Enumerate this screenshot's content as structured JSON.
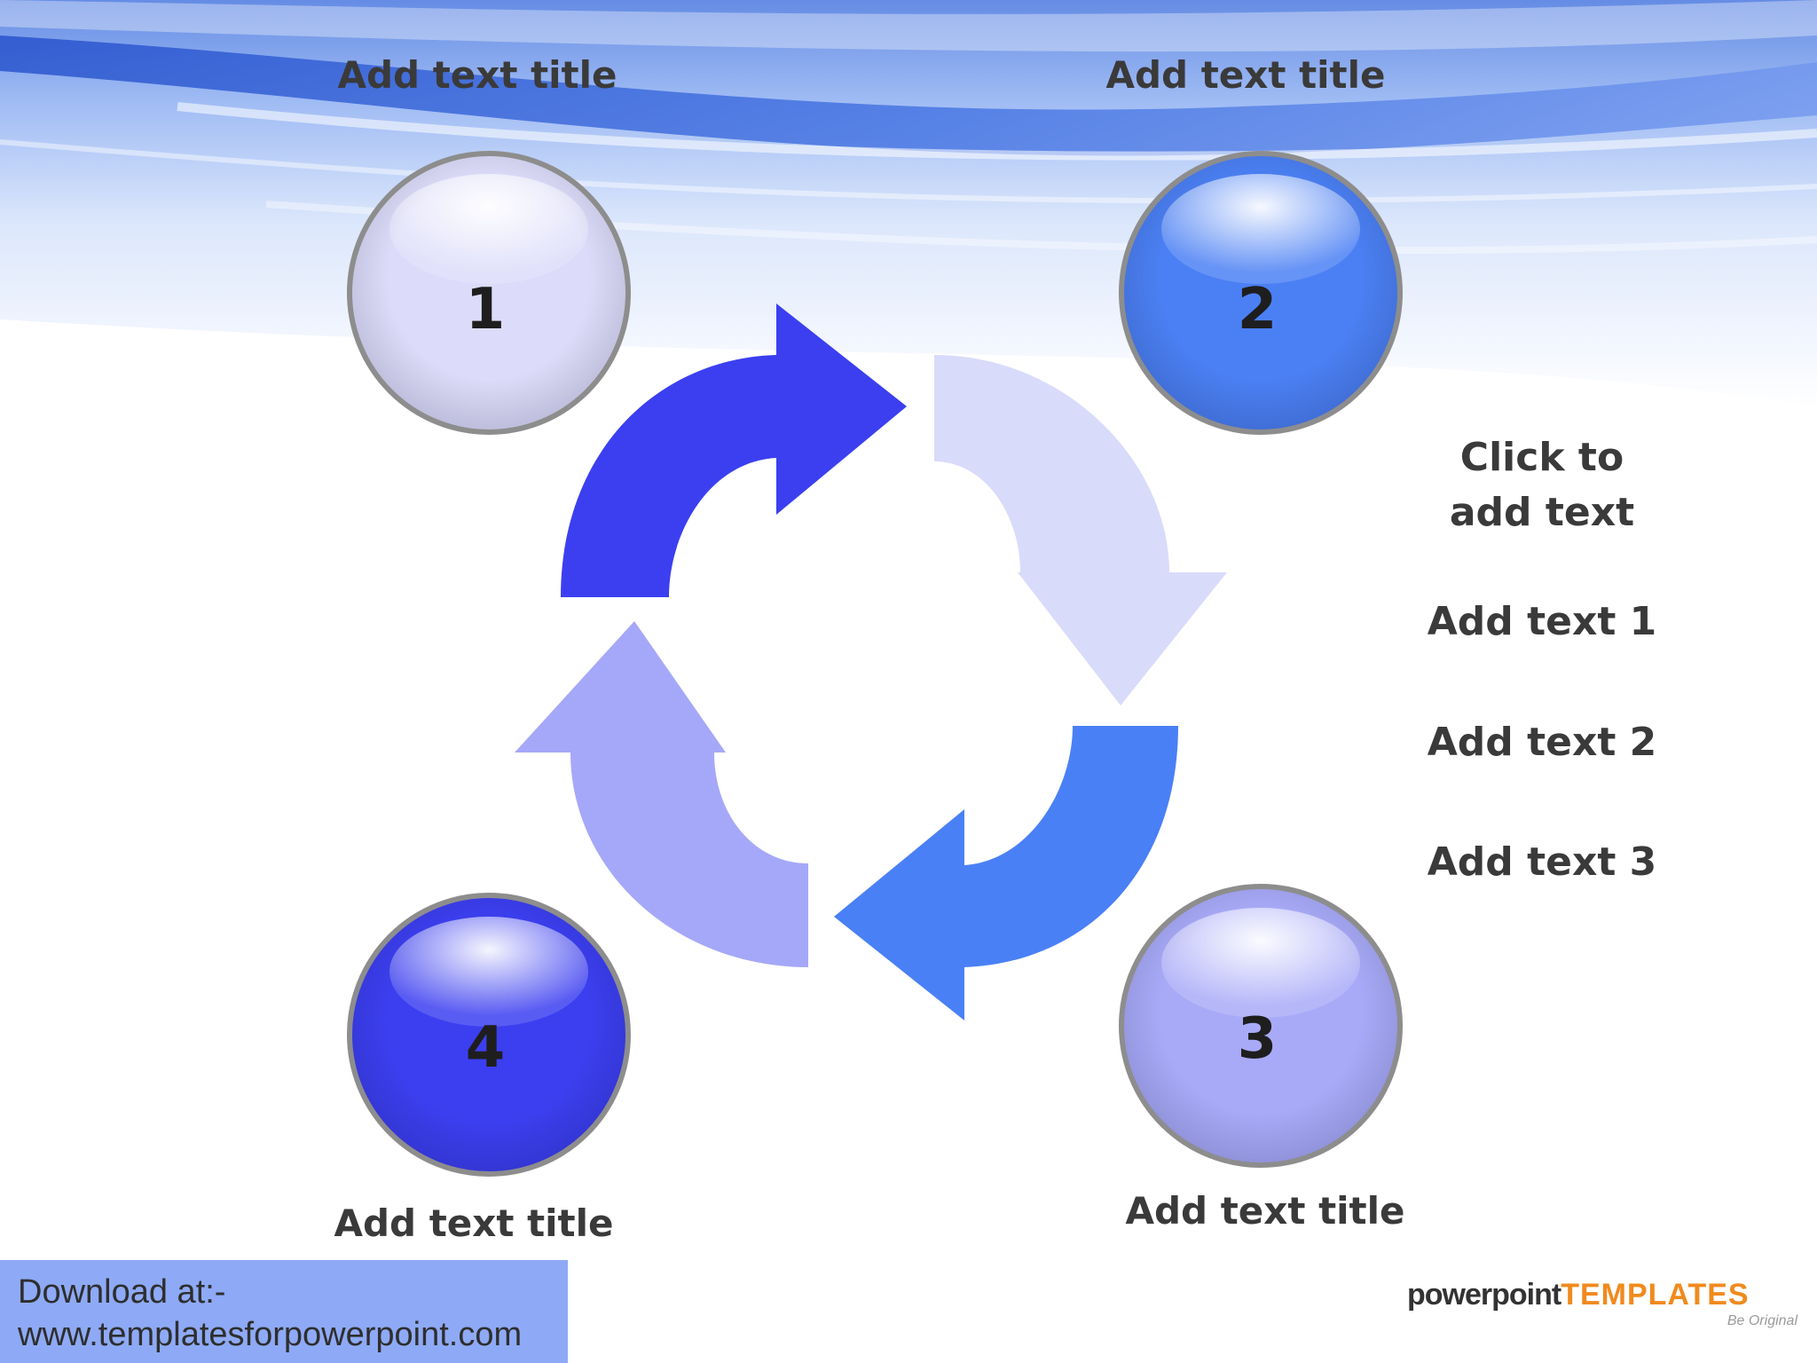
{
  "titles": {
    "top_left": "Add text title",
    "top_right": "Add text title",
    "bottom_left": "Add text title",
    "bottom_right": "Add text title"
  },
  "circles": [
    {
      "label": "1",
      "color": "#dcdcfa"
    },
    {
      "label": "2",
      "color": "#4b80f4"
    },
    {
      "label": "3",
      "color": "#a8aaf8"
    },
    {
      "label": "4",
      "color": "#3c3ff0"
    }
  ],
  "arrows": {
    "colors": {
      "top_left": "#3b3ff0",
      "top_right": "#d9dbfb",
      "bottom_right": "#4a80f6",
      "bottom_left": "#a5a8f8"
    }
  },
  "side_text": {
    "click_line1": "Click to",
    "click_line2": "add text",
    "item1": "Add text 1",
    "item2": "Add text 2",
    "item3": "Add text 3"
  },
  "footer": {
    "download_line1": "Download at:-",
    "download_line2": "www.templatesforpowerpoint.com",
    "logo_part1": "powerpoint",
    "logo_part2": "TEMPLATES",
    "logo_tagline": "Be Original"
  }
}
